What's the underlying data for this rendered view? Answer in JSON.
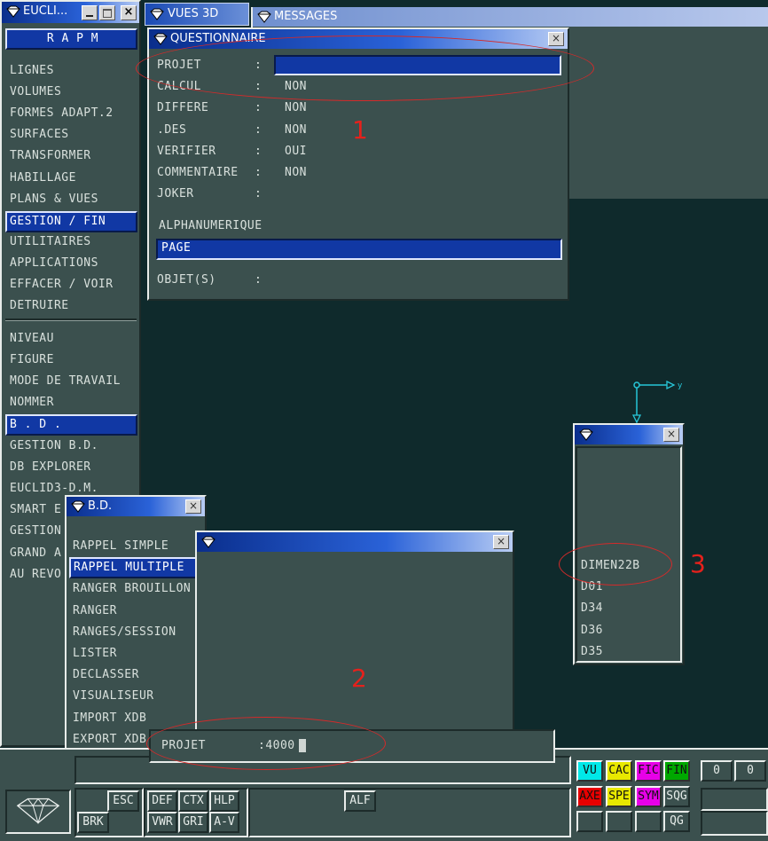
{
  "tabs": {
    "main_window_title": "EUCLI...",
    "vues3d": "VUES 3D",
    "messages": "MESSAGES"
  },
  "left_menu": {
    "header": "R A P M",
    "group1": [
      "LIGNES",
      "VOLUMES",
      "FORMES ADAPT.2",
      "SURFACES",
      "TRANSFORMER",
      "HABILLAGE",
      "PLANS & VUES"
    ],
    "selected1": "GESTION / FIN",
    "group2": [
      "UTILITAIRES",
      "APPLICATIONS",
      "EFFACER / VOIR",
      "DETRUIRE"
    ],
    "group3": [
      "NIVEAU",
      "FIGURE",
      "MODE DE TRAVAIL",
      "NOMMER"
    ],
    "selected2": "B . D .",
    "group4": [
      "GESTION B.D.",
      "DB EXPLORER",
      "EUCLID3-D.M.",
      "SMART E",
      "GESTION",
      "GRAND A",
      "AU REVO"
    ]
  },
  "questionnaire": {
    "title": "QUESTIONNAIRE",
    "rows": [
      {
        "label": "PROJET",
        "sep": ":",
        "value": ""
      },
      {
        "label": "CALCUL",
        "sep": ":",
        "value": "NON"
      },
      {
        "label": "DIFFERE",
        "sep": ":",
        "value": "NON"
      },
      {
        "label": ".DES",
        "sep": ":",
        "value": "NON"
      },
      {
        "label": "VERIFIER",
        "sep": ":",
        "value": "OUI"
      },
      {
        "label": "COMMENTAIRE",
        "sep": ":",
        "value": "NON"
      },
      {
        "label": "JOKER",
        "sep": ":",
        "value": ""
      }
    ],
    "alpha_label": "ALPHANUMERIQUE",
    "page_field": "PAGE",
    "objets_label": "OBJET(S)",
    "objets_sep": ":"
  },
  "bd_menu": {
    "title": "B.D.",
    "items": [
      "RAPPEL SIMPLE",
      "RAPPEL MULTIPLE",
      "RANGER BROUILLON",
      "RANGER",
      "RANGES/SESSION",
      "LISTER",
      "DECLASSER",
      "VISUALISEUR",
      "IMPORT XDB",
      "EXPORT XDB"
    ],
    "selected_index": 1
  },
  "list_window": {
    "items": [
      "DIMEN22B",
      "D01",
      "D34",
      "D36",
      "D35"
    ]
  },
  "input_bar": {
    "label": "PROJET",
    "value": ":4000"
  },
  "annotations": [
    "1",
    "2",
    "3"
  ],
  "axis_label": "y",
  "toolbar": {
    "esc": "ESC",
    "brk": "BRK",
    "def": "DEF",
    "ctx": "CTX",
    "hlp": "HLP",
    "vwr": "VWR",
    "gri": "GRI",
    "av": "A-V",
    "alf": "ALF",
    "vu": "VU",
    "cac": "CAC",
    "fic": "FIC",
    "fin": "FIN",
    "axe": "AXE",
    "spe": "SPE",
    "sym": "SYM",
    "sqg": "SQG",
    "qg": "QG",
    "counter1": "0",
    "counter2": "0"
  },
  "colors": {
    "panel": "#3b504e",
    "selection": "#1138a4",
    "viewport": "#0f2a2c",
    "annotation": "#e5211c",
    "vu": "#00e8e8",
    "cac": "#e8e800",
    "fic": "#e800e8",
    "fin": "#00a800",
    "axe": "#e80000",
    "spe": "#e8e800",
    "sym": "#e800e8"
  }
}
